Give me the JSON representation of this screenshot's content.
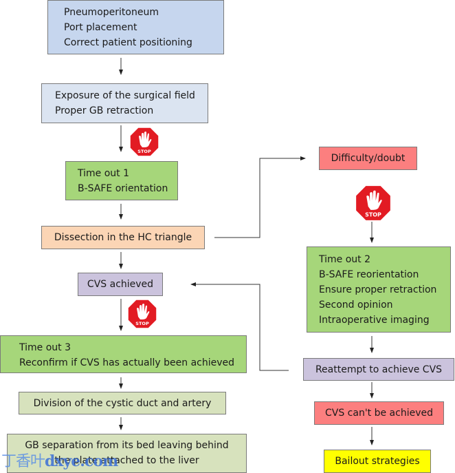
{
  "flowchart": {
    "nodes": {
      "setup": {
        "lines": [
          "Pneumoperitoneum",
          "Port placement",
          "Correct patient positioning"
        ],
        "color": "#c6d6ee"
      },
      "exposure": {
        "lines": [
          "Exposure of the surgical field",
          "Proper GB retraction"
        ],
        "color": "#dbe4f1"
      },
      "timeout1": {
        "lines": [
          "Time out 1",
          "B-SAFE orientation"
        ],
        "color": "#a6d67a"
      },
      "dissection": {
        "lines": [
          "Dissection in the HC triangle"
        ],
        "color": "#fbd5b5"
      },
      "cvs_achieved": {
        "lines": [
          "CVS achieved"
        ],
        "color": "#cbc3dd"
      },
      "timeout3": {
        "lines": [
          "Time out 3",
          "Reconfirm if CVS has actually been achieved"
        ],
        "color": "#a6d67a"
      },
      "division": {
        "lines": [
          "Division of the cystic duct and artery"
        ],
        "color": "#d7e2bd"
      },
      "separation": {
        "lines": [
          "GB separation from its bed leaving behind",
          "the plate attached to the liver"
        ],
        "color": "#d7e2bd"
      },
      "difficulty": {
        "lines": [
          "Difficulty/doubt"
        ],
        "color": "#fc7f7f"
      },
      "timeout2": {
        "lines": [
          "Time out 2",
          "B-SAFE reorientation",
          "Ensure proper retraction",
          "Second opinion",
          "Intraoperative imaging"
        ],
        "color": "#a6d67a"
      },
      "reattempt": {
        "lines": [
          "Reattempt to achieve CVS"
        ],
        "color": "#cbc3dd"
      },
      "cvs_cant": {
        "lines": [
          "CVS can't be achieved"
        ],
        "color": "#fc7f7f"
      },
      "bailout": {
        "lines": [
          "Bailout strategies"
        ],
        "color": "#ffff00"
      }
    },
    "stop_sign_label": "STOP",
    "edges": [
      [
        "setup",
        "exposure"
      ],
      [
        "exposure",
        "timeout1"
      ],
      [
        "timeout1",
        "dissection"
      ],
      [
        "dissection",
        "cvs_achieved"
      ],
      [
        "cvs_achieved",
        "timeout3"
      ],
      [
        "timeout3",
        "division"
      ],
      [
        "division",
        "separation"
      ],
      [
        "dissection",
        "difficulty"
      ],
      [
        "difficulty",
        "timeout2"
      ],
      [
        "timeout2",
        "reattempt"
      ],
      [
        "reattempt",
        "cvs_achieved"
      ],
      [
        "reattempt",
        "cvs_cant"
      ],
      [
        "cvs_cant",
        "bailout"
      ]
    ]
  },
  "watermark": {
    "cn": "丁香叶",
    "latin": "dxye.com"
  }
}
